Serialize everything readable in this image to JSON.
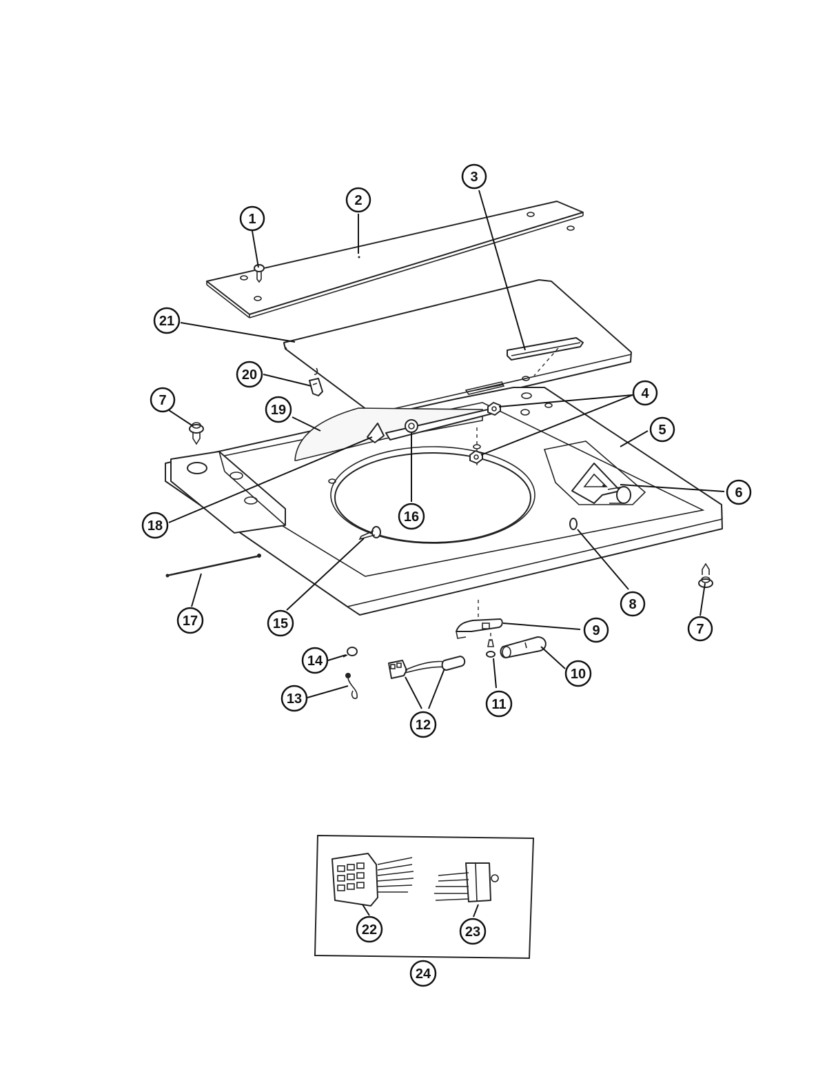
{
  "callouts": [
    {
      "id": "1",
      "label": "1"
    },
    {
      "id": "2",
      "label": "2"
    },
    {
      "id": "3",
      "label": "3"
    },
    {
      "id": "4",
      "label": "4"
    },
    {
      "id": "5",
      "label": "5"
    },
    {
      "id": "6",
      "label": "6"
    },
    {
      "id": "7a",
      "label": "7"
    },
    {
      "id": "7b",
      "label": "7"
    },
    {
      "id": "8",
      "label": "8"
    },
    {
      "id": "9",
      "label": "9"
    },
    {
      "id": "10",
      "label": "10"
    },
    {
      "id": "11",
      "label": "11"
    },
    {
      "id": "12",
      "label": "12"
    },
    {
      "id": "13",
      "label": "13"
    },
    {
      "id": "14",
      "label": "14"
    },
    {
      "id": "15",
      "label": "15"
    },
    {
      "id": "16",
      "label": "16"
    },
    {
      "id": "17",
      "label": "17"
    },
    {
      "id": "18",
      "label": "18"
    },
    {
      "id": "19",
      "label": "19"
    },
    {
      "id": "20",
      "label": "20"
    },
    {
      "id": "21",
      "label": "21"
    },
    {
      "id": "22",
      "label": "22"
    },
    {
      "id": "23",
      "label": "23"
    },
    {
      "id": "24",
      "label": "24"
    }
  ]
}
